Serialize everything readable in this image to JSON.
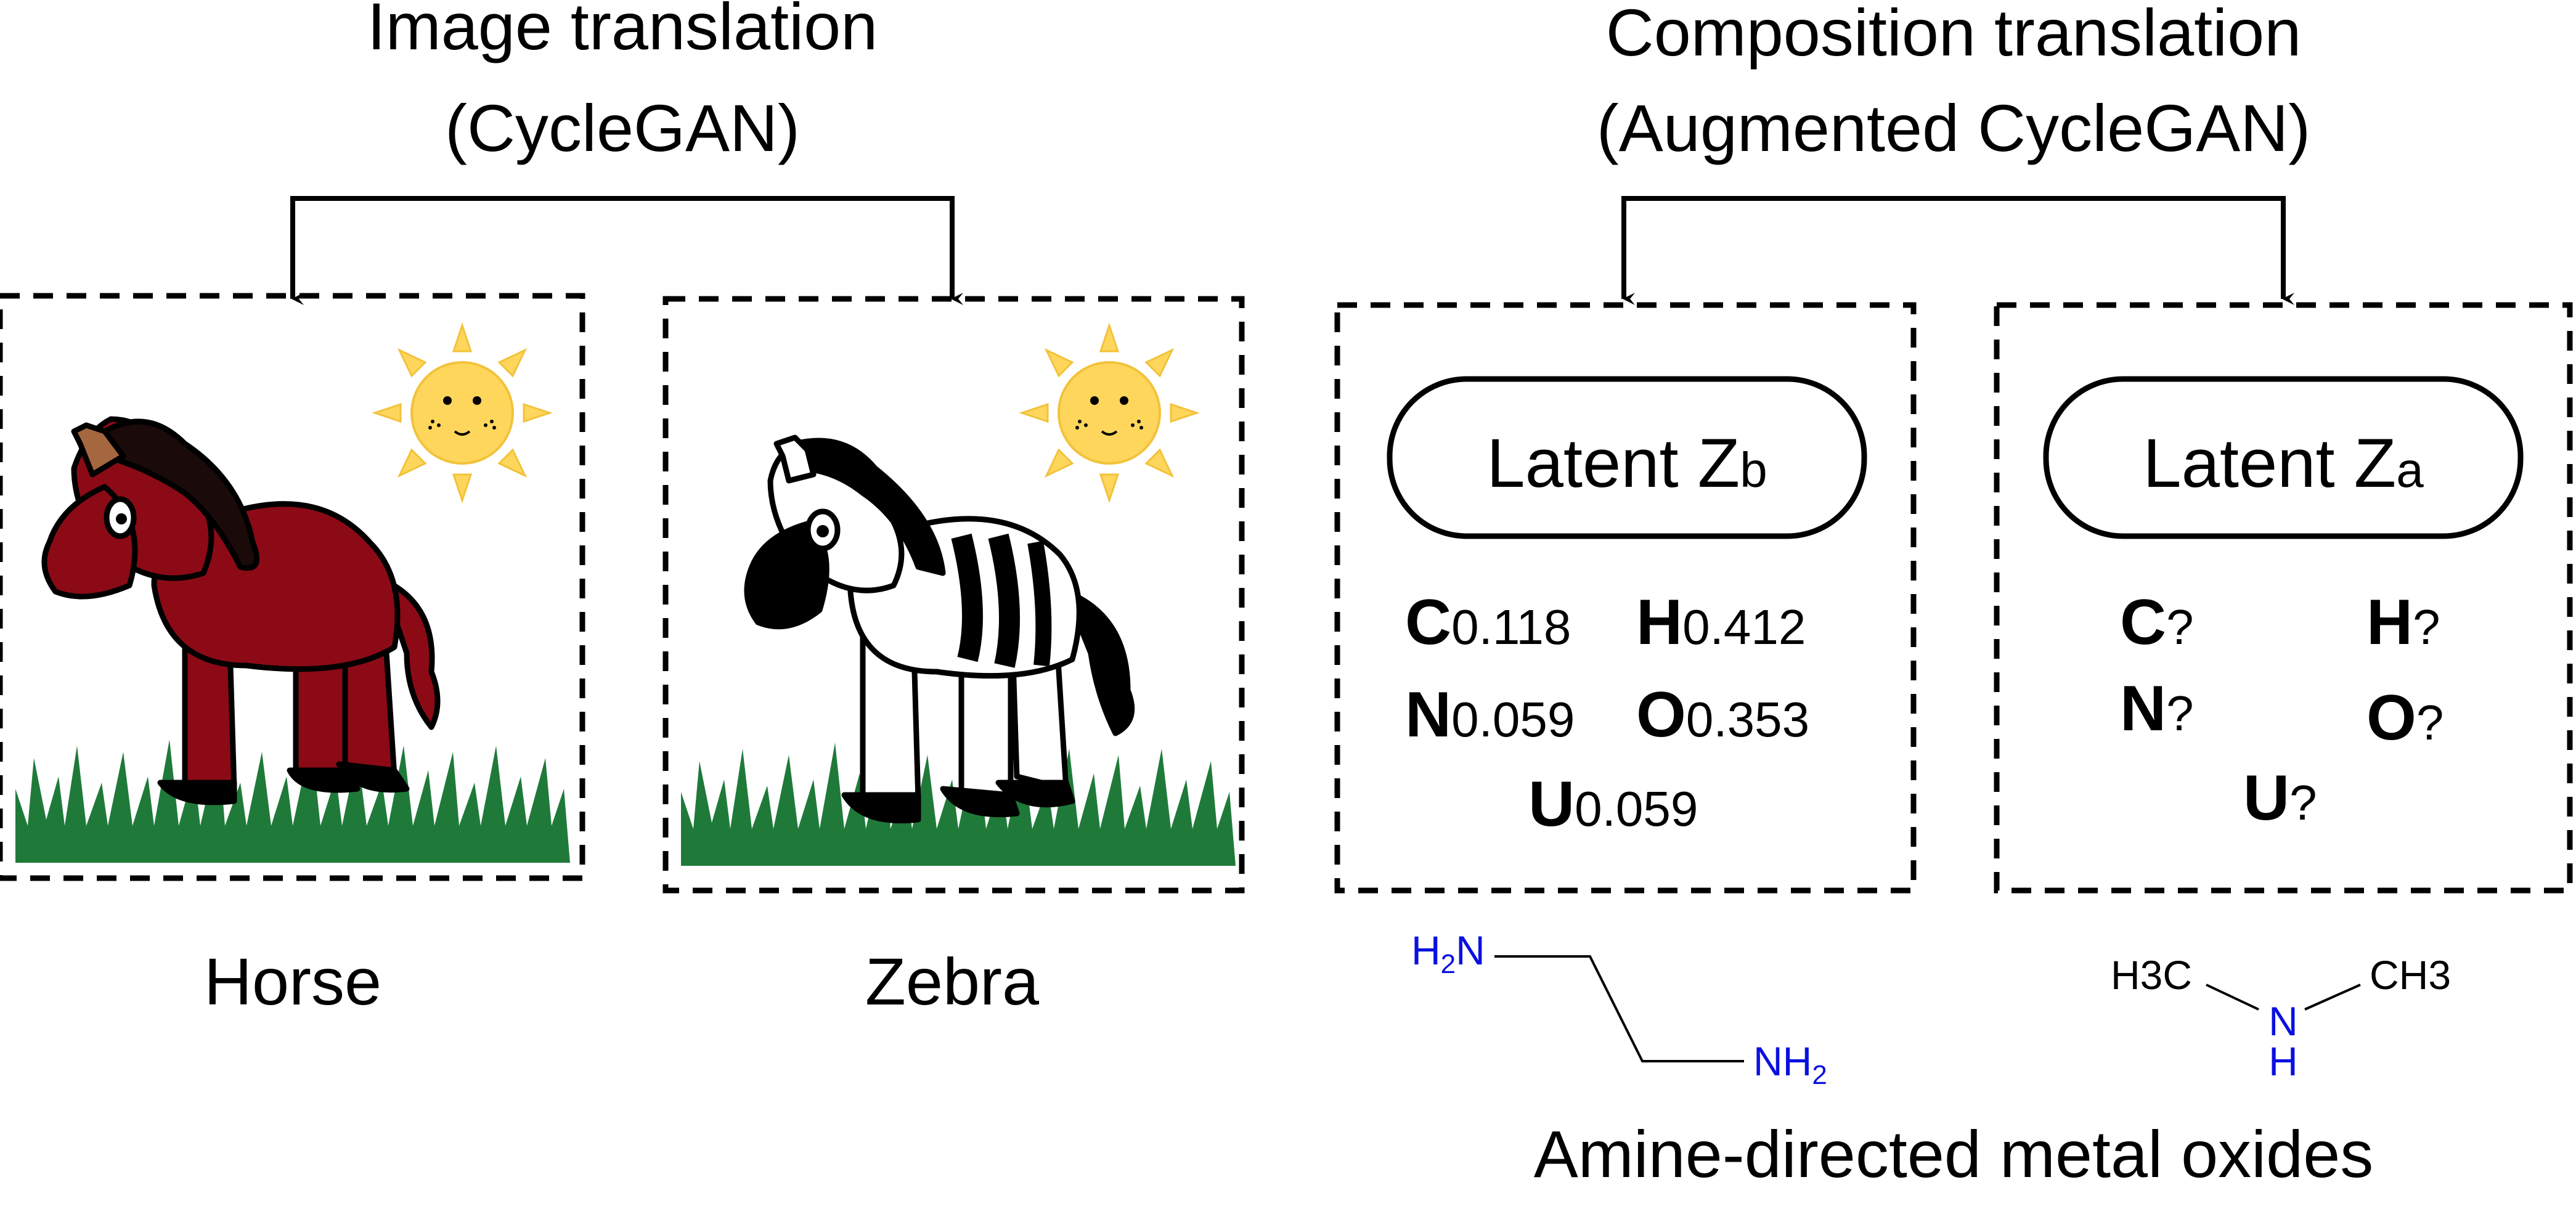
{
  "left_panel": {
    "title_line1": "Image translation",
    "title_line2": "(CycleGAN)",
    "caption_a": "Horse",
    "caption_b": "Zebra"
  },
  "right_panel": {
    "title_line1": "Composition translation",
    "title_line2": "(Augmented CycleGAN)",
    "latent_b": {
      "label": "Latent Z",
      "sub": "b"
    },
    "latent_a": {
      "label": "Latent Z",
      "sub": "a"
    },
    "composition_b": [
      {
        "el": "C",
        "v": "0.118"
      },
      {
        "el": "H",
        "v": "0.412"
      },
      {
        "el": "N",
        "v": "0.059"
      },
      {
        "el": "O",
        "v": "0.353"
      },
      {
        "el": "U",
        "v": "0.059"
      }
    ],
    "composition_a": [
      {
        "el": "C",
        "v": "?"
      },
      {
        "el": "H",
        "v": "?"
      },
      {
        "el": "N",
        "v": "?"
      },
      {
        "el": "O",
        "v": "?"
      },
      {
        "el": "U",
        "v": "?"
      }
    ],
    "molecule_b": {
      "nh2_left": "H",
      "nh2_left_sub": "2",
      "nh2_left_n": "N",
      "nh2_right": "NH",
      "nh2_right_sub": "2"
    },
    "molecule_a": {
      "left_group": "H3C",
      "right_group": "CH3",
      "center_n": "N",
      "center_h": "H"
    },
    "caption": "Amine-directed metal oxides"
  },
  "colors": {
    "horse_body": "#8b0a16",
    "horse_ear": "#a5673f",
    "grass": "#1f7a3a",
    "sun": "#ffd65c",
    "heteroatom": "#0a10e0"
  }
}
